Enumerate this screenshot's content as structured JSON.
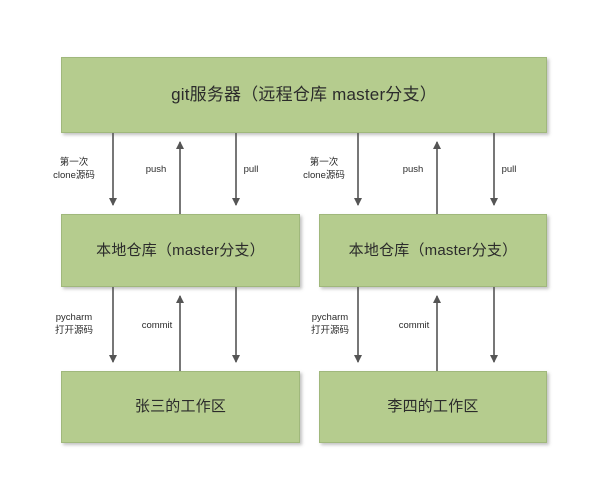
{
  "diagram": {
    "title": "git workflow diagram",
    "colors": {
      "box_fill": "#b5cc8e",
      "box_border": "#a0b87c",
      "arrow": "#555555",
      "text": "#2b2b2b",
      "background": "#ffffff"
    },
    "nodes": {
      "server": {
        "label": "git服务器（远程仓库 master分支）"
      },
      "local_repo_left": {
        "label": "本地仓库（master分支）"
      },
      "local_repo_right": {
        "label": "本地仓库（master分支）"
      },
      "workspace_left": {
        "label": "张三的工作区"
      },
      "workspace_right": {
        "label": "李四的工作区"
      }
    },
    "edges": {
      "left_clone": {
        "line1": "第一次",
        "line2": "clone源码",
        "direction": "down"
      },
      "left_push": {
        "line1": "push",
        "line2": "",
        "direction": "up"
      },
      "left_pull": {
        "line1": "pull",
        "line2": "",
        "direction": "down"
      },
      "right_clone": {
        "line1": "第一次",
        "line2": "clone源码",
        "direction": "down"
      },
      "right_push": {
        "line1": "push",
        "line2": "",
        "direction": "up"
      },
      "right_pull": {
        "line1": "pull",
        "line2": "",
        "direction": "down"
      },
      "left_pycharm": {
        "line1": "pycharm",
        "line2": "打开源码",
        "direction": "down"
      },
      "left_commit": {
        "line1": "commit",
        "line2": "",
        "direction": "up"
      },
      "left_down": {
        "line1": "",
        "line2": "",
        "direction": "down"
      },
      "right_pycharm": {
        "line1": "pycharm",
        "line2": "打开源码",
        "direction": "down"
      },
      "right_commit": {
        "line1": "commit",
        "line2": "",
        "direction": "up"
      },
      "right_down": {
        "line1": "",
        "line2": "",
        "direction": "down"
      }
    }
  }
}
